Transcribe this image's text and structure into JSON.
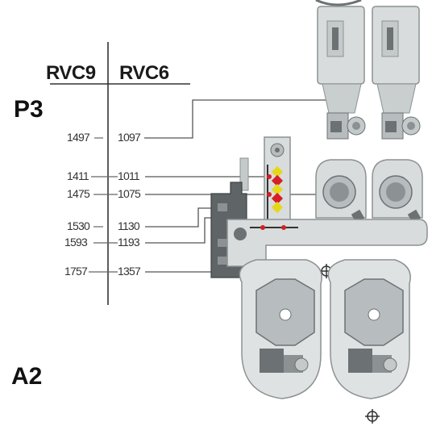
{
  "headers": {
    "left": "RVC9",
    "right": "RVC6"
  },
  "labels": {
    "top": "P3",
    "bottom": "A2"
  },
  "rows": [
    {
      "left": "1497",
      "right": "1097"
    },
    {
      "left": "1411",
      "right": "1011"
    },
    {
      "left": "1475",
      "right": "1075"
    },
    {
      "left": "1530",
      "right": "1130"
    },
    {
      "left": "1593",
      "right": "1193"
    },
    {
      "left": "1757",
      "right": "1357"
    }
  ],
  "colors": {
    "machine_light": "#d8dcdc",
    "machine_mid": "#b7bdbf",
    "machine_dark": "#6c7274",
    "marker_red": "#d61f26",
    "marker_yellow": "#e5d81a"
  }
}
